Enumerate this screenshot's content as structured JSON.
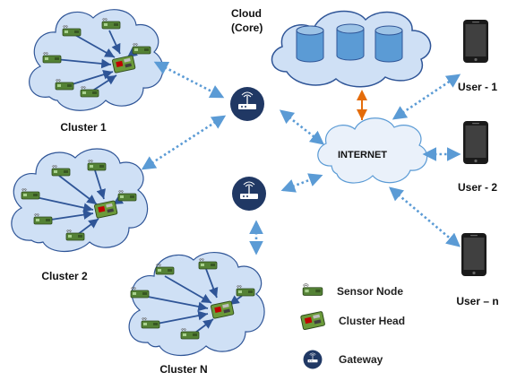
{
  "diagram": {
    "cloud_title_line1": "Cloud",
    "cloud_title_line2": "(Core)",
    "internet_label": "INTERNET",
    "clusters": [
      {
        "label": "Cluster 1"
      },
      {
        "label": "Cluster 2"
      },
      {
        "label": "Cluster N"
      }
    ],
    "users": [
      {
        "label": "User - 1"
      },
      {
        "label": "User - 2"
      },
      {
        "label": "User – n"
      }
    ],
    "legend": {
      "sensor_node": "Sensor Node",
      "cluster_head": "Cluster Head",
      "gateway": "Gateway"
    },
    "colors": {
      "cloud_fill": "#cfe0f5",
      "cloud_stroke": "#2f5597",
      "arrow": "#2f5597",
      "dotted_link": "#5b9bd5",
      "core_link": "#e46c0a",
      "gateway": "#203864",
      "phone": "#1a1a1a",
      "sensor": "#548235",
      "db": "#5b9bd5"
    }
  }
}
